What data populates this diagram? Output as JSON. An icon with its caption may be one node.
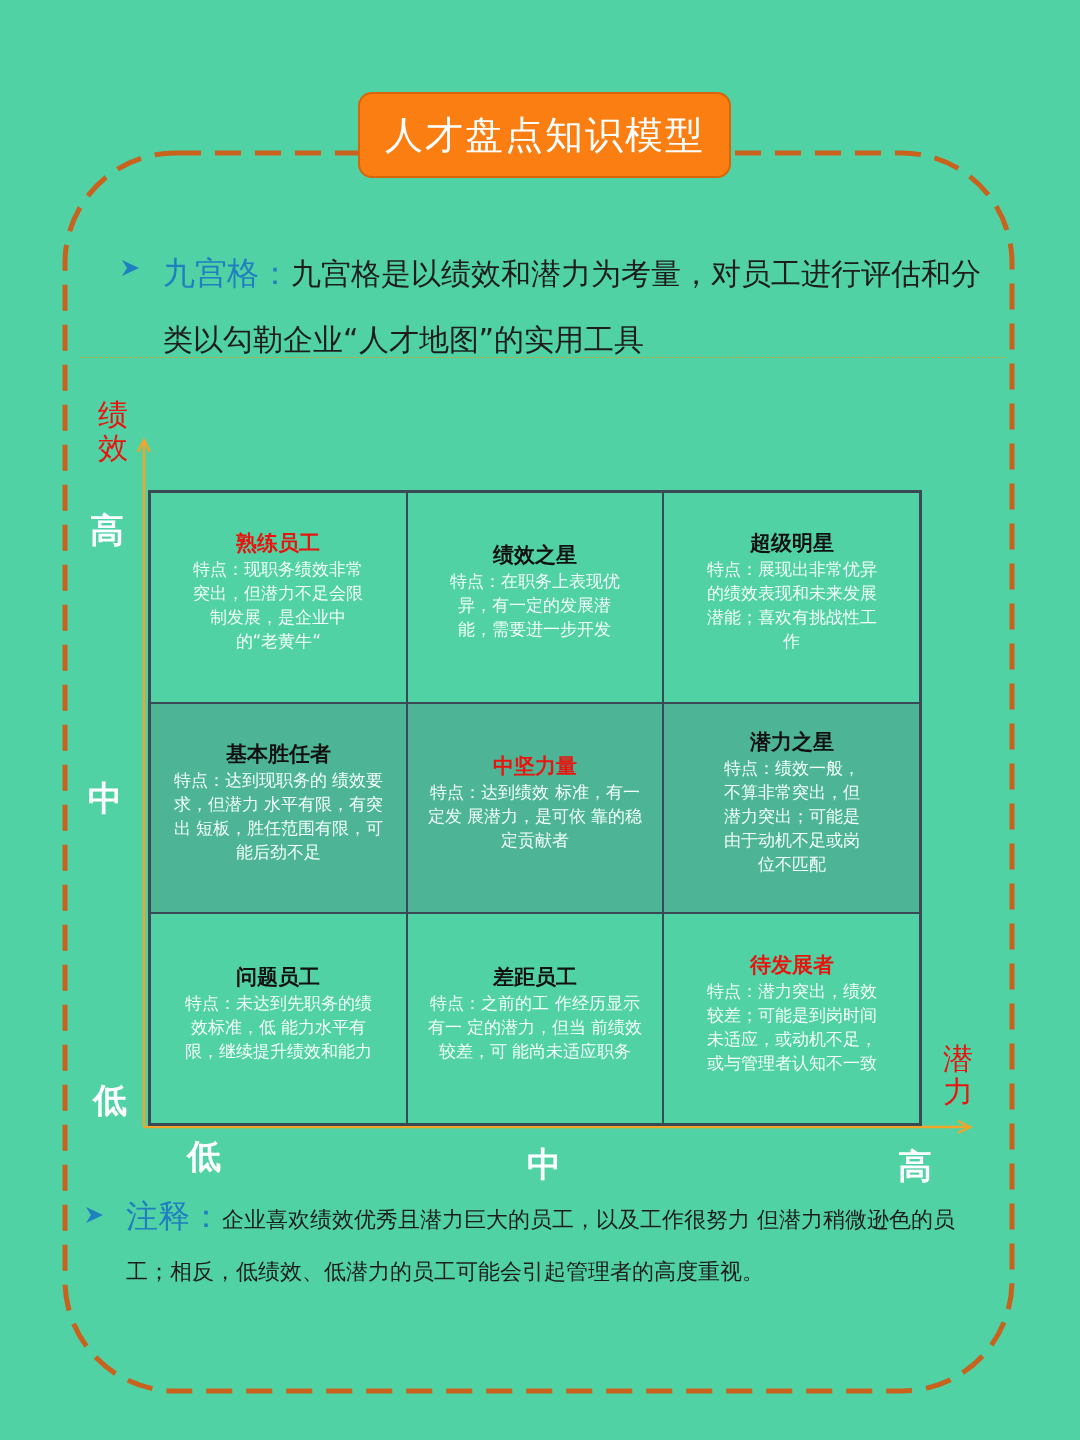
{
  "diagram": {
    "title": "人才盘点知识模型",
    "nodes": [
      {
        "text": [
          "熟练员工",
          "特点：现职务绩效非常突出，但潜力不足会限制发展，是企业中的“老黄牛“"
        ]
      },
      {
        "text": [
          "绩效之星",
          "特点：在职务上表现优异，有一定的发展潜能，需要进一步开发"
        ]
      },
      {
        "text": [
          "超级明星",
          "特点：展现出非常优异的绩效表现和未来发展潜能；喜欢有挑战性工作"
        ]
      },
      {
        "text": [
          "基本胜任者",
          "特点：达到现职务的 绩效要求，但潜力 水平有限，有突出 短板，胜任范围有限，可能后劲不足"
        ]
      },
      {
        "text": [
          "中坚力量",
          "特点：达到绩效 标准，有一定发 展潜力，是可依 靠的稳定贡献者"
        ]
      },
      {
        "text": [
          "潜力之星",
          "特点：绩效一般，不算非常突出，但潜力突出；可能是由于动机不足或岗位不匹配"
        ]
      },
      {
        "text": [
          "问题员工",
          "特点：未达到先职务的绩效标准，低 能力水平有限，继续提升绩效和能力"
        ]
      },
      {
        "text": [
          "差距员工",
          "特点：之前的工 作经历显示有一 定的潜力，但当 前绩效较差，可 能尚未适应职务"
        ]
      },
      {
        "text": [
          "待发展者",
          "特点：潜力突出，绩效较差；可能是到岗时间未适应，或动机不足，或与管理者认知不一致"
        ]
      }
    ],
    "labels": [
      "九宫格：",
      "九宫格是以绩效和潜力为考量，对员工进行评估和分类以勾勒企业“人才地图”的实用工具",
      "绩效",
      "高",
      "中",
      "潜力",
      "低",
      "低",
      "中",
      "高",
      "注释：",
      "企业喜欢绩效优秀且潜力巨大的员工，以及工作很努力 但潜力稍微逊色的员工；相反，低绩效、低潜力的员工可能会引起管理者的高度重视。"
    ]
  }
}
